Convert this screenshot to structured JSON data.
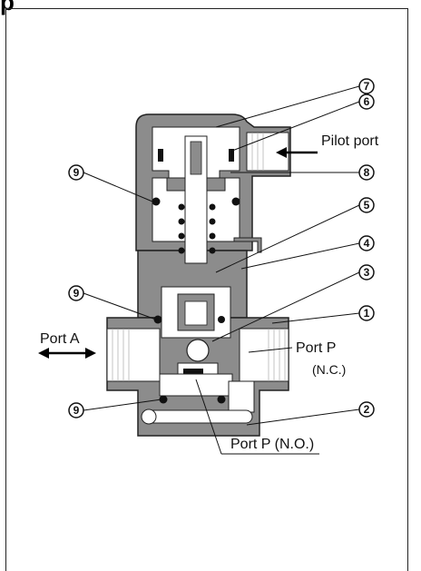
{
  "header": {
    "heading": "p"
  },
  "labels": {
    "pilot_port": "Pilot port",
    "port_a": "Port A",
    "port_p": "Port P",
    "port_p_nc": "(N.C.)",
    "port_p_no": "Port P (N.O.)"
  },
  "callouts": {
    "c1": "1",
    "c2": "2",
    "c3": "3",
    "c4": "4",
    "c5": "5",
    "c6": "6",
    "c7": "7",
    "c8": "8",
    "c9a": "9",
    "c9b": "9",
    "c9c": "9"
  },
  "colors": {
    "body": "#8c8c8c",
    "cavity": "#ffffff",
    "outline": "#222222",
    "dark": "#1a1a1a"
  }
}
